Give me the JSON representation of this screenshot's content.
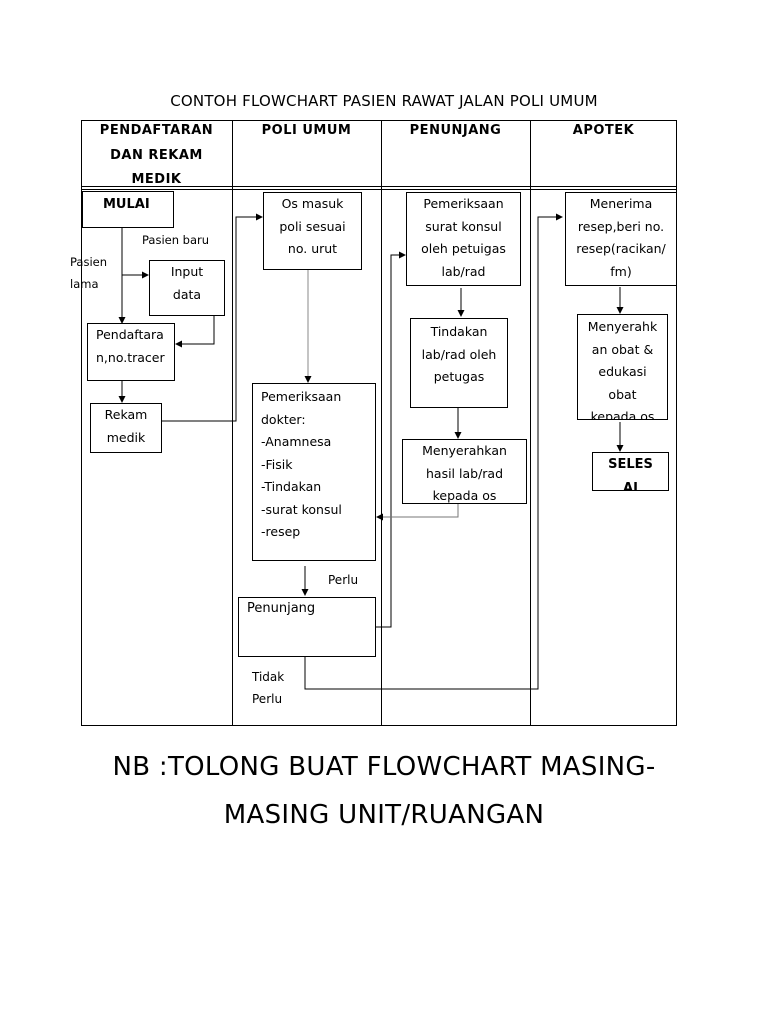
{
  "title": "CONTOH FLOWCHART PASIEN RAWAT JALAN POLI UMUM",
  "columns": [
    "PENDAFTARAN\nDAN REKAM\nMEDIK",
    "POLI UMUM",
    "PENUNJANG",
    "APOTEK"
  ],
  "boxes": {
    "mulai": "MULAI",
    "input_data": "Input\ndata",
    "pendaftaran": "Pendaftara\nn,no.tracer",
    "rekam_medik": "Rekam\nmedik",
    "os_masuk": "Os masuk\npoli sesuai\nno. urut",
    "pemeriksaan_dokter": "Pemeriksaan\ndokter:\n-Anamnesa\n-Fisik\n-Tindakan\n-surat konsul\n-resep",
    "penunjang": "Penunjang",
    "pemeriksaan_surat": "Pemeriksaan\nsurat konsul\noleh petuigas\nlab/rad",
    "tindakan": "Tindakan\nlab/rad oleh\npetugas",
    "menyerahkan_hasil": "Menyerahkan\nhasil lab/rad\nkepada os",
    "menerima_resep": "Menerima\nresep,beri no.\nresep(racikan/\nfm)",
    "menyerahkan_obat": "Menyerahk\nan obat &\nedukasi\nobat\nkepada os",
    "selesai": "SELES\nAI"
  },
  "labels": {
    "pasien_baru": "Pasien baru",
    "pasien_lama": "Pasien\nlama",
    "perlu": "Perlu",
    "tidak_perlu": "Tidak\nPerlu"
  },
  "note": {
    "line1": "NB :TOLONG BUAT FLOWCHART MASING-",
    "line2": "MASING UNIT/RUANGAN"
  }
}
